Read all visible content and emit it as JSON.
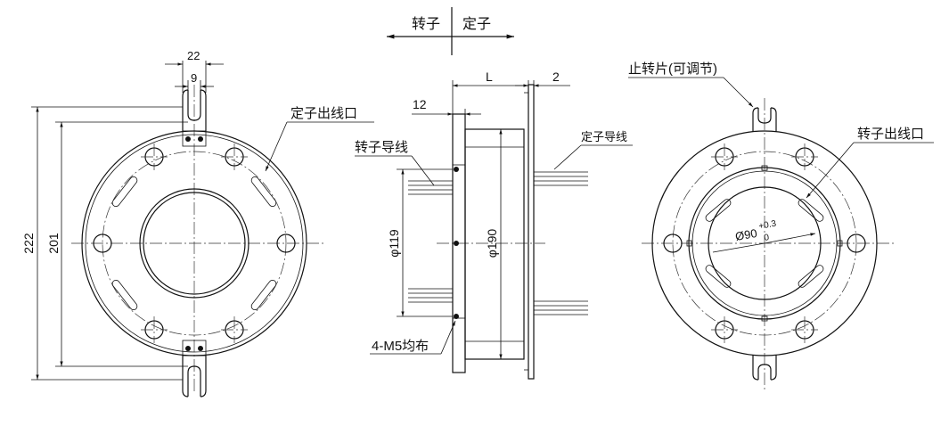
{
  "header": {
    "rotor_label": "转子",
    "stator_label": "定子"
  },
  "front_view": {
    "dim_22": "22",
    "dim_9": "9",
    "dim_222": "222",
    "dim_201": "201",
    "stator_outlet_label": "定子出线口"
  },
  "side_view": {
    "dim_L": "L",
    "dim_2": "2",
    "dim_12": "12",
    "rotor_lead_label": "转子导线",
    "stator_lead_label": "定子导线",
    "dim_119": "φ119",
    "dim_190": "φ190",
    "holes_label": "4-M5均布"
  },
  "rear_view": {
    "stop_tab_label": "止转片(可调节)",
    "rotor_outlet_label": "转子出线口",
    "bore_dim": "Ø90",
    "tol_upper": "+0.3",
    "tol_lower": "0"
  }
}
